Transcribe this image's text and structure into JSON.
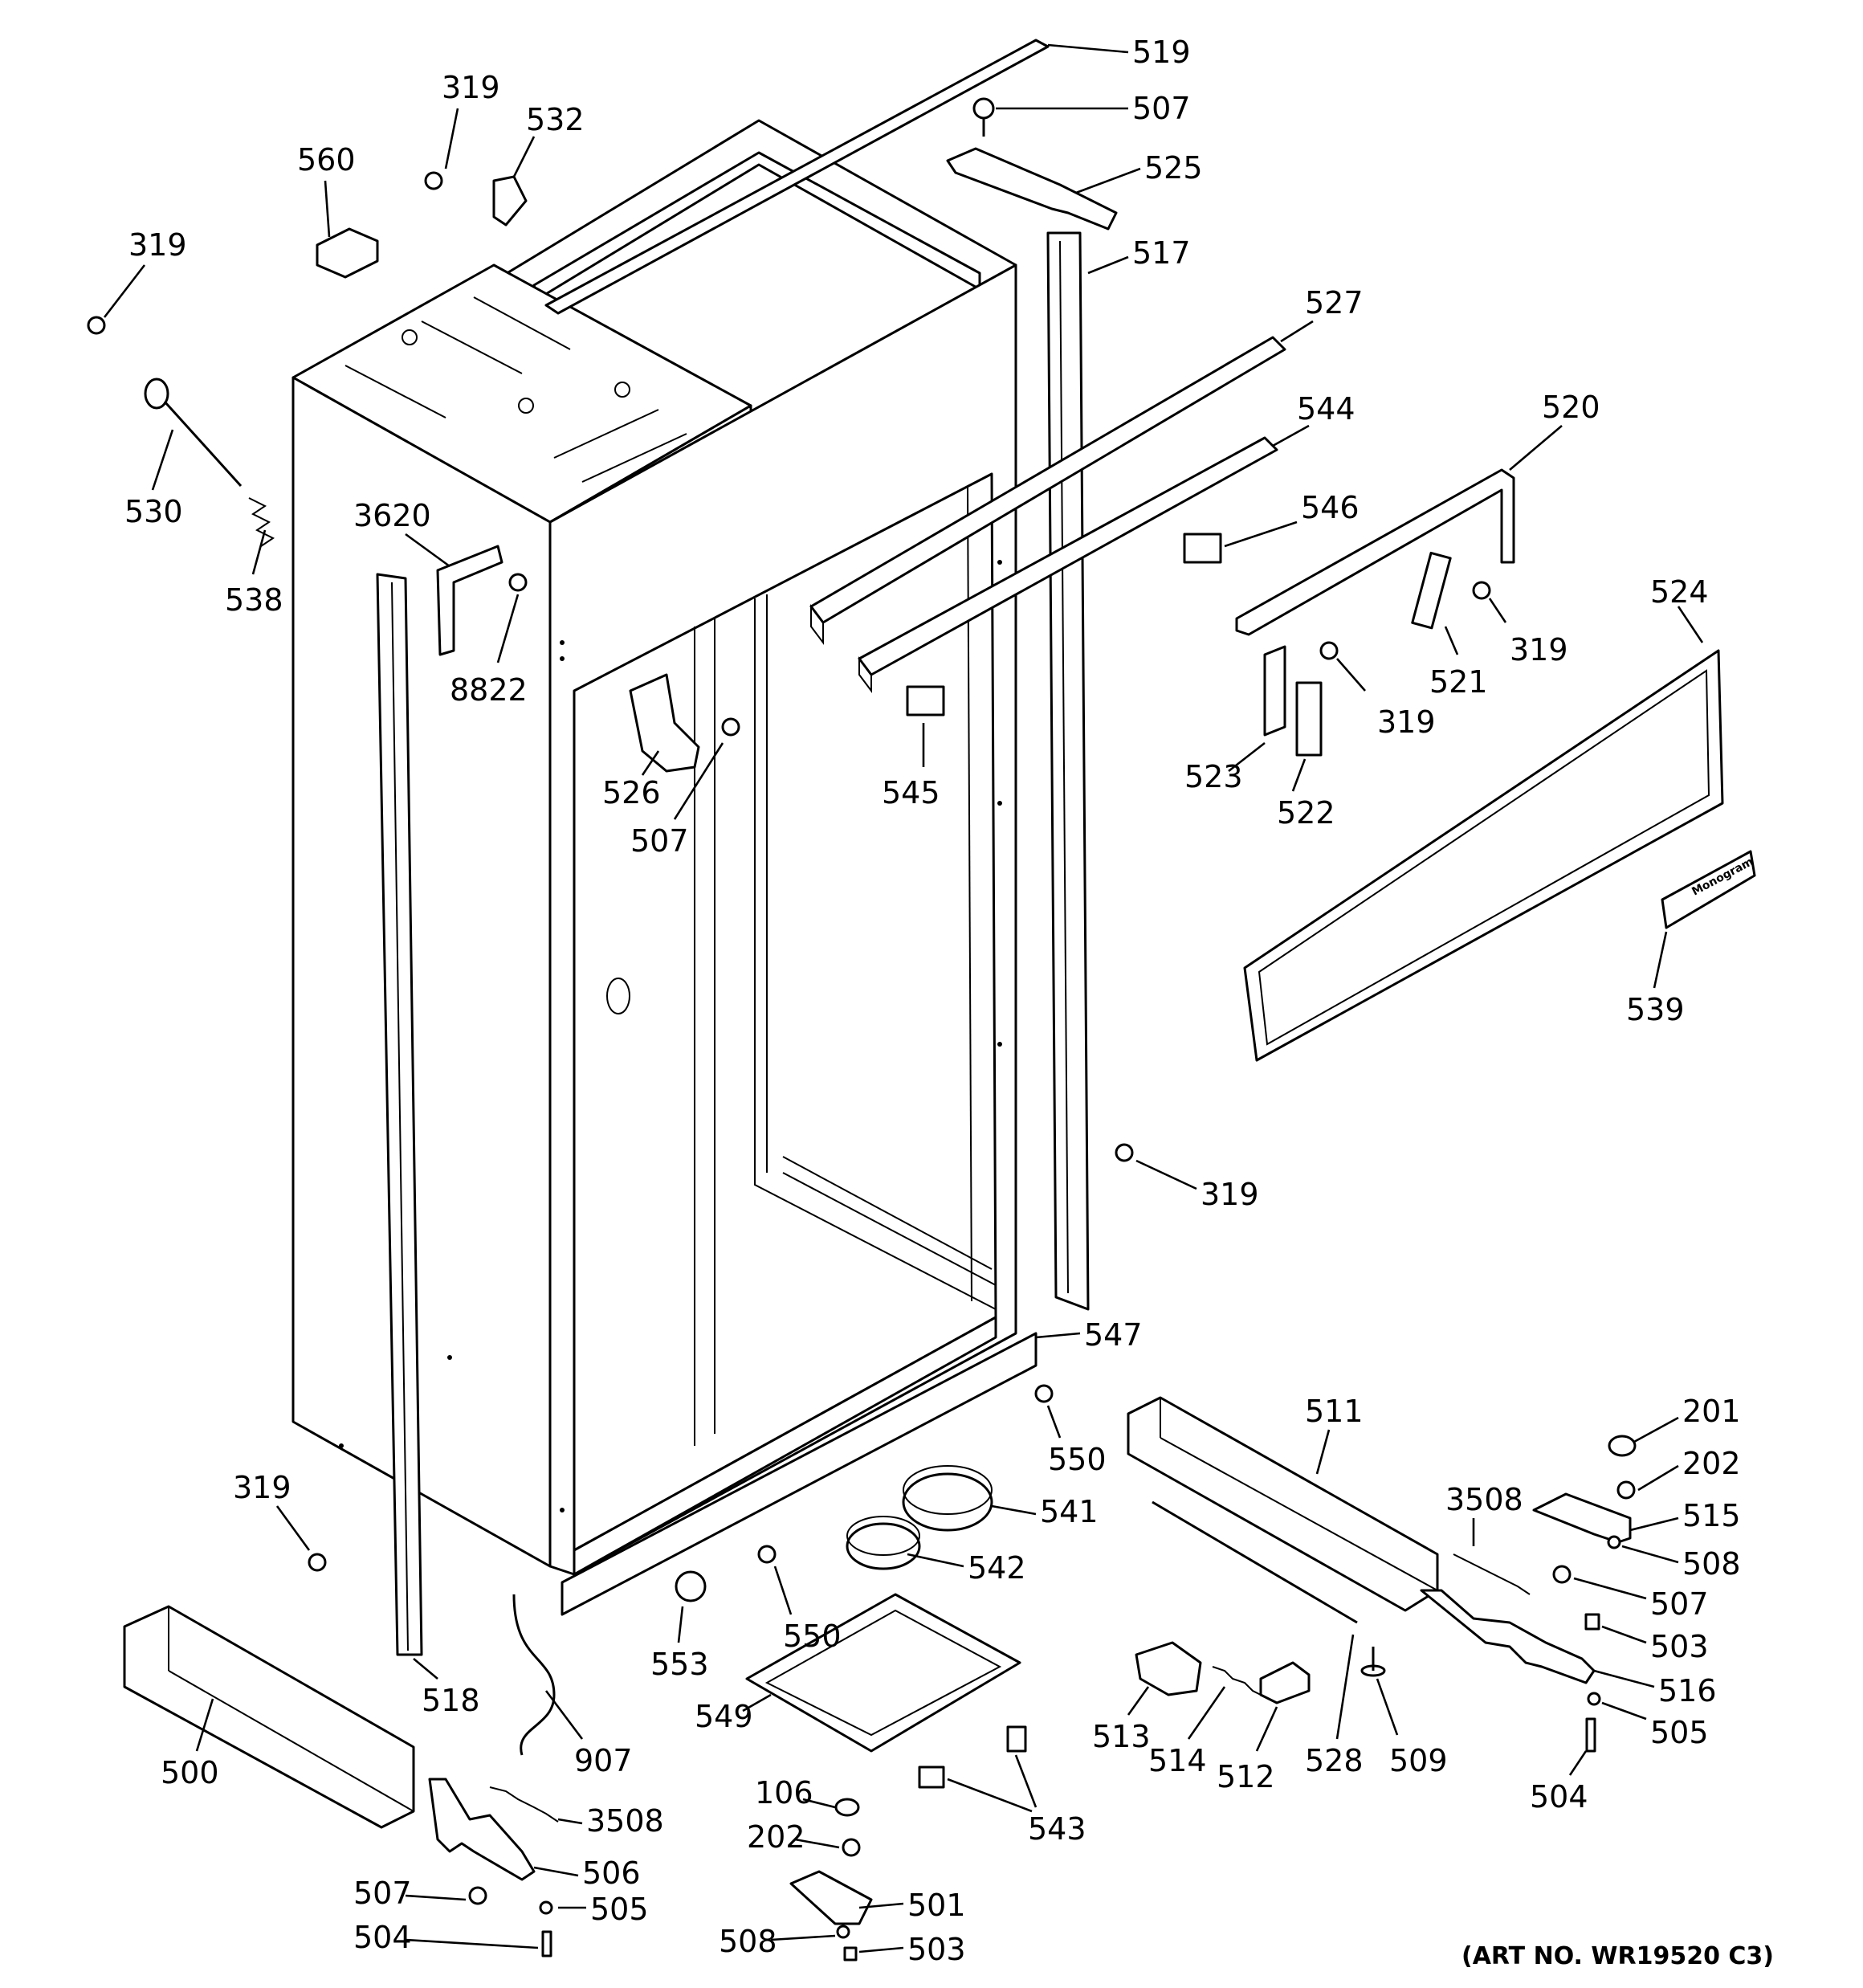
{
  "art_number": "(ART NO. WR19520 C3)",
  "brand_badge_text": "Monogram",
  "callouts": [
    {
      "id": "c-519",
      "text": "519"
    },
    {
      "id": "c-507-top",
      "text": "507"
    },
    {
      "id": "c-525",
      "text": "525"
    },
    {
      "id": "c-517",
      "text": "517"
    },
    {
      "id": "c-527",
      "text": "527"
    },
    {
      "id": "c-544",
      "text": "544"
    },
    {
      "id": "c-520",
      "text": "520"
    },
    {
      "id": "c-546",
      "text": "546"
    },
    {
      "id": "c-524",
      "text": "524"
    },
    {
      "id": "c-319-a",
      "text": "319"
    },
    {
      "id": "c-532",
      "text": "532"
    },
    {
      "id": "c-560",
      "text": "560"
    },
    {
      "id": "c-319-b",
      "text": "319"
    },
    {
      "id": "c-530",
      "text": "530"
    },
    {
      "id": "c-538",
      "text": "538"
    },
    {
      "id": "c-3620",
      "text": "3620"
    },
    {
      "id": "c-8822",
      "text": "8822"
    },
    {
      "id": "c-526",
      "text": "526"
    },
    {
      "id": "c-507-mid",
      "text": "507"
    },
    {
      "id": "c-545",
      "text": "545"
    },
    {
      "id": "c-521",
      "text": "521"
    },
    {
      "id": "c-319-c",
      "text": "319"
    },
    {
      "id": "c-319-d",
      "text": "319"
    },
    {
      "id": "c-523",
      "text": "523"
    },
    {
      "id": "c-522",
      "text": "522"
    },
    {
      "id": "c-539",
      "text": "539"
    },
    {
      "id": "c-319-e",
      "text": "319"
    },
    {
      "id": "c-547",
      "text": "547"
    },
    {
      "id": "c-511",
      "text": "511"
    },
    {
      "id": "c-201",
      "text": "201"
    },
    {
      "id": "c-202-r",
      "text": "202"
    },
    {
      "id": "c-515",
      "text": "515"
    },
    {
      "id": "c-508-r",
      "text": "508"
    },
    {
      "id": "c-507-r",
      "text": "507"
    },
    {
      "id": "c-503-r",
      "text": "503"
    },
    {
      "id": "c-516",
      "text": "516"
    },
    {
      "id": "c-505-r",
      "text": "505"
    },
    {
      "id": "c-504-r",
      "text": "504"
    },
    {
      "id": "c-3508-r",
      "text": "3508"
    },
    {
      "id": "c-550-a",
      "text": "550"
    },
    {
      "id": "c-541",
      "text": "541"
    },
    {
      "id": "c-542",
      "text": "542"
    },
    {
      "id": "c-550-b",
      "text": "550"
    },
    {
      "id": "c-553",
      "text": "553"
    },
    {
      "id": "c-319-f",
      "text": "319"
    },
    {
      "id": "c-518",
      "text": "518"
    },
    {
      "id": "c-907",
      "text": "907"
    },
    {
      "id": "c-549",
      "text": "549"
    },
    {
      "id": "c-543",
      "text": "543"
    },
    {
      "id": "c-106",
      "text": "106"
    },
    {
      "id": "c-202-m",
      "text": "202"
    },
    {
      "id": "c-501",
      "text": "501"
    },
    {
      "id": "c-508-m",
      "text": "508"
    },
    {
      "id": "c-503-m",
      "text": "503"
    },
    {
      "id": "c-513",
      "text": "513"
    },
    {
      "id": "c-514",
      "text": "514"
    },
    {
      "id": "c-512",
      "text": "512"
    },
    {
      "id": "c-528",
      "text": "528"
    },
    {
      "id": "c-509",
      "text": "509"
    },
    {
      "id": "c-500",
      "text": "500"
    },
    {
      "id": "c-3508-l",
      "text": "3508"
    },
    {
      "id": "c-506",
      "text": "506"
    },
    {
      "id": "c-507-l",
      "text": "507"
    },
    {
      "id": "c-505-l",
      "text": "505"
    },
    {
      "id": "c-504-l",
      "text": "504"
    }
  ]
}
